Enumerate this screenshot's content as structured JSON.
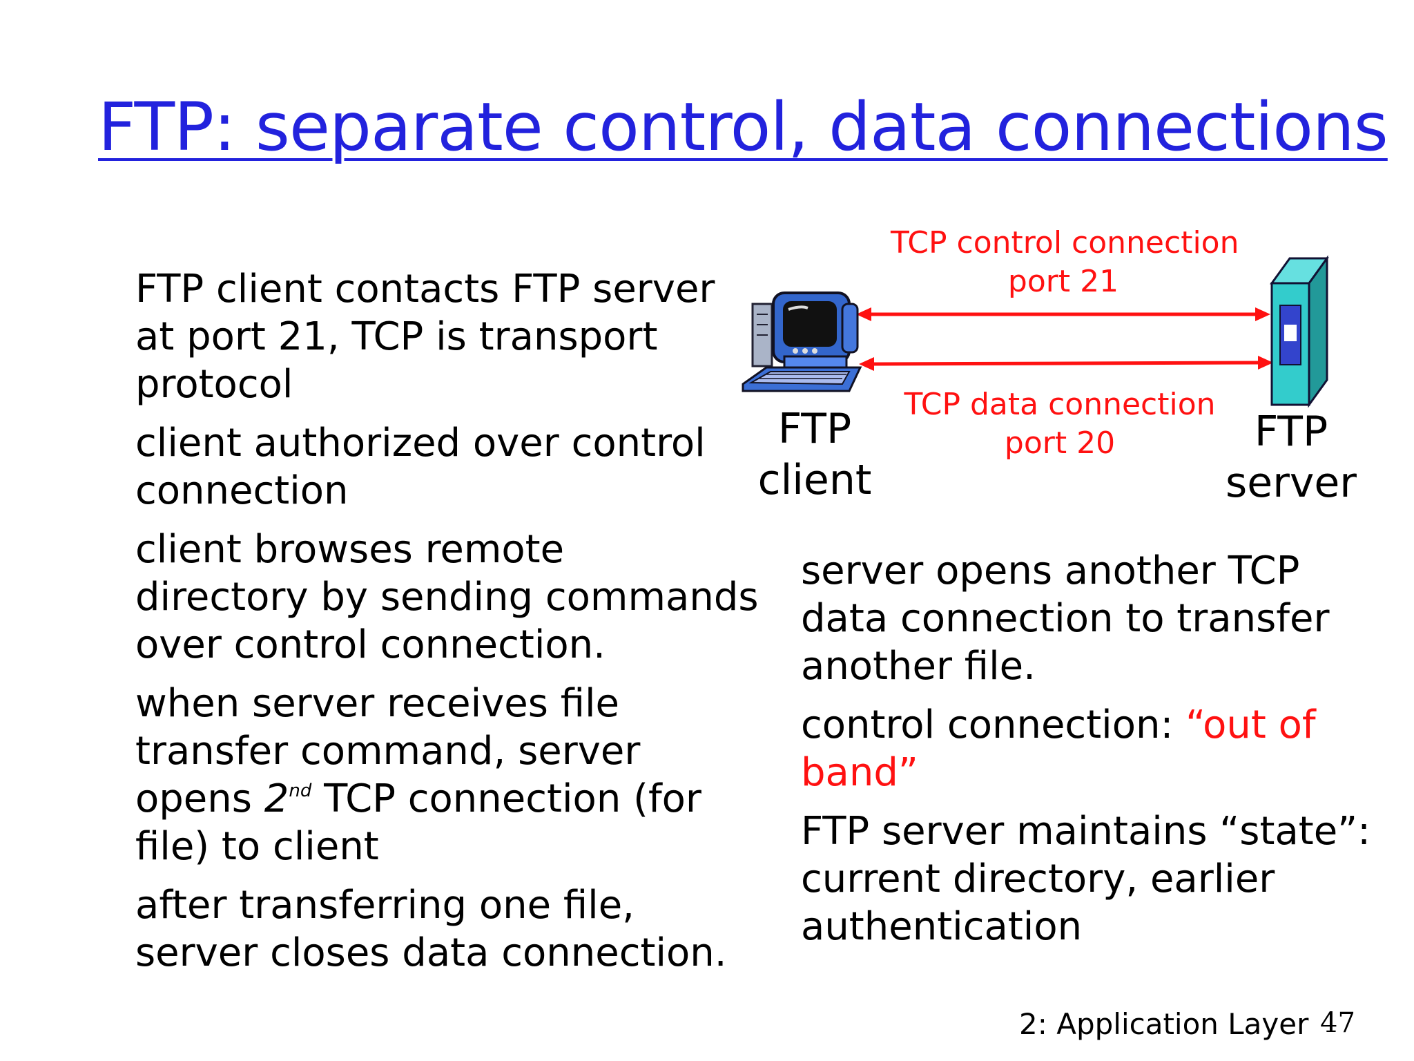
{
  "title": "FTP: separate control, data connections",
  "left_bullets": [
    {
      "lines": [
        "FTP client contacts FTP server",
        "at port 21, TCP is transport",
        "protocol"
      ]
    },
    {
      "lines": [
        "client authorized over control",
        "connection"
      ]
    },
    {
      "lines": [
        "client browses remote",
        "directory by sending commands",
        "over control connection."
      ]
    },
    {
      "lines": [
        "when server receives  file",
        "transfer command, server"
      ],
      "line3_pre": "opens ",
      "line3_num": "2",
      "line3_sup": "nd",
      "line3_post": " TCP connection (for",
      "line4": "file) to client"
    },
    {
      "lines": [
        "after transferring one file,",
        "server closes data connection."
      ]
    }
  ],
  "right_bullets": [
    {
      "lines": [
        "server opens another TCP",
        "data connection to transfer",
        "another file."
      ]
    },
    {
      "prefix": "control connection: ",
      "highlight_line1": "“out of",
      "highlight_line2": "band”"
    },
    {
      "lines": [
        "FTP server maintains “state”:",
        "current directory, earlier",
        "authentication"
      ]
    }
  ],
  "diagram": {
    "control_label": [
      "TCP control connection",
      "port 21"
    ],
    "data_label": [
      "TCP data connection",
      "port 20"
    ],
    "client_label": [
      "FTP",
      "client"
    ],
    "server_label": [
      "FTP",
      "server"
    ],
    "client_icon": "desktop-computer-icon",
    "server_icon": "server-tower-icon",
    "arrow_color": "#ff1111",
    "server_color": "#33cccc",
    "monitor_color": "#3366cc"
  },
  "footer": "2: Application Layer",
  "page_number": "47",
  "colors": {
    "title": "#2222dd",
    "highlight": "#ff1111",
    "text": "#000000"
  }
}
